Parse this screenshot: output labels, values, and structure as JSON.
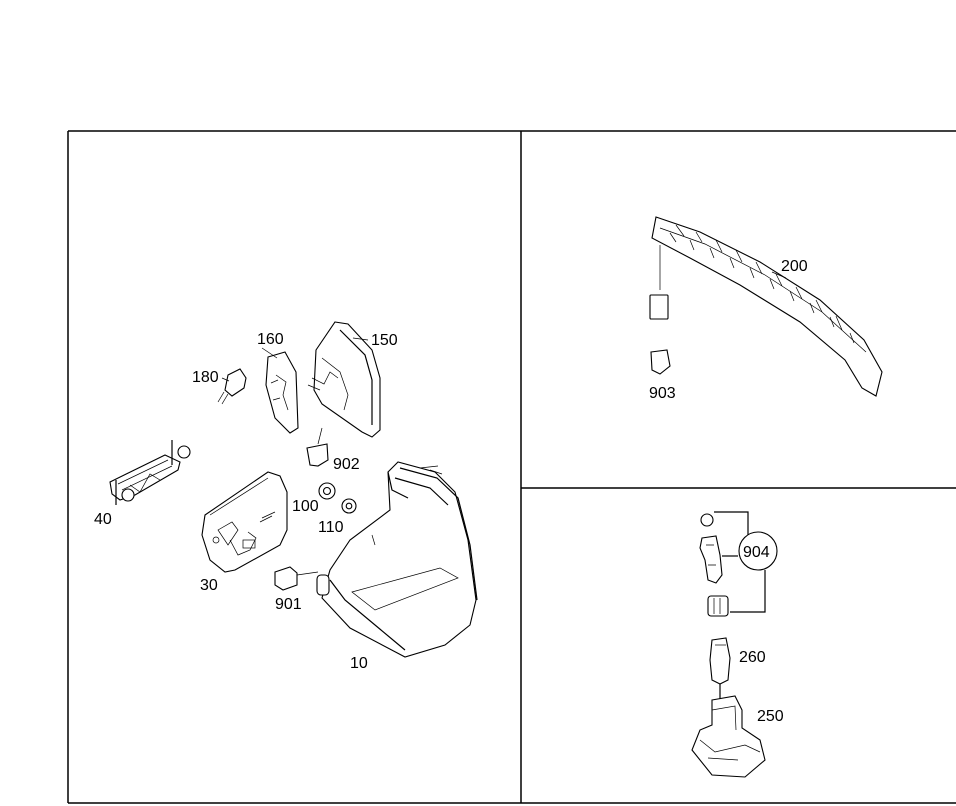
{
  "callouts": {
    "p10": "10",
    "p30": "30",
    "p40": "40",
    "p100": "100",
    "p110": "110",
    "p150": "150",
    "p160": "160",
    "p180": "180",
    "p200": "200",
    "p250": "250",
    "p260": "260",
    "p901": "901",
    "p902": "902",
    "p903": "903",
    "p904": "904"
  }
}
